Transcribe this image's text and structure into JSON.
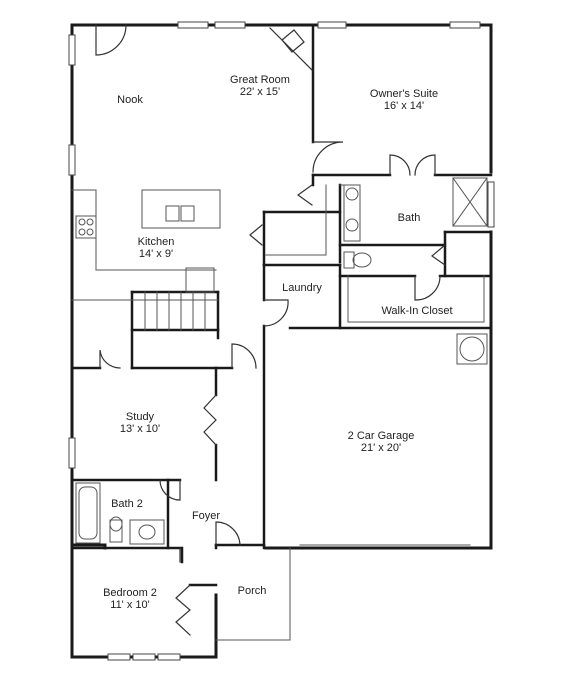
{
  "rooms": {
    "nook": {
      "name": "Nook"
    },
    "great_room": {
      "name": "Great Room",
      "size": "22' x 15'"
    },
    "owners_suite": {
      "name": "Owner's Suite",
      "size": "16' x 14'"
    },
    "bath": {
      "name": "Bath"
    },
    "kitchen": {
      "name": "Kitchen",
      "size": "14' x 9'"
    },
    "laundry": {
      "name": "Laundry"
    },
    "walk_in_closet": {
      "name": "Walk-In Closet"
    },
    "study": {
      "name": "Study",
      "size": "13' x 10'"
    },
    "garage": {
      "name": "2 Car Garage",
      "size": "21' x 20'"
    },
    "bath2": {
      "name": "Bath 2"
    },
    "foyer": {
      "name": "Foyer"
    },
    "bedroom2": {
      "name": "Bedroom 2",
      "size": "11' x 10'"
    },
    "porch": {
      "name": "Porch"
    }
  }
}
